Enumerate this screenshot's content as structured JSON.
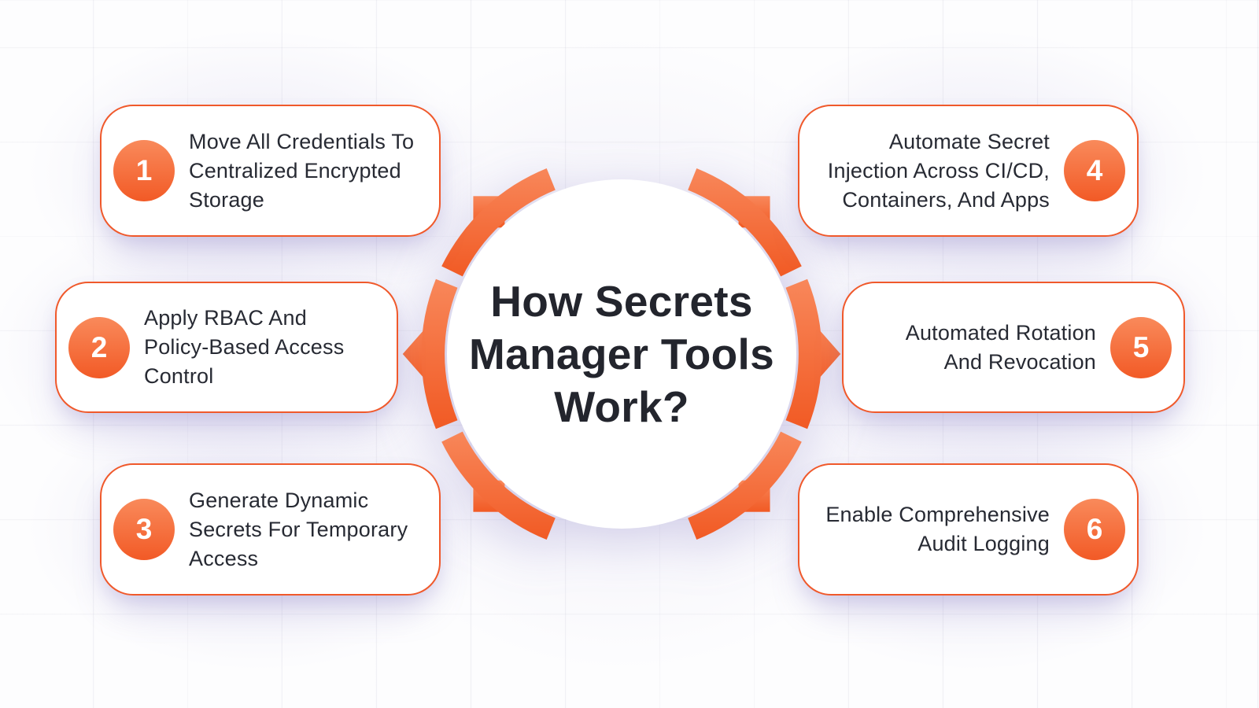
{
  "title": {
    "lines": [
      "How Secrets",
      "Manager Tools",
      "Work?"
    ]
  },
  "steps": [
    {
      "number": "1",
      "side": "left",
      "lines": [
        "Move All Credentials To",
        "Centralized Encrypted",
        "Storage"
      ]
    },
    {
      "number": "2",
      "side": "left",
      "lines": [
        "Apply RBAC And",
        "Policy-Based Access",
        "Control"
      ]
    },
    {
      "number": "3",
      "side": "left",
      "lines": [
        "Generate Dynamic",
        "Secrets For Temporary",
        "Access"
      ]
    },
    {
      "number": "4",
      "side": "right",
      "lines": [
        "Automate Secret",
        "Injection Across CI/CD,",
        "Containers, And Apps"
      ]
    },
    {
      "number": "5",
      "side": "right",
      "lines": [
        "Automated Rotation",
        "And Revocation"
      ]
    },
    {
      "number": "6",
      "side": "right",
      "lines": [
        "Enable Comprehensive",
        "Audit Logging"
      ]
    }
  ],
  "colors": {
    "accent_orange_deep": "#F15A24",
    "accent_orange_light": "#F98A5B",
    "box_border": "#F0592B",
    "text_dark": "#272A33",
    "glow_lavender": "#C4BEE4",
    "background": "#FDFDFE"
  }
}
